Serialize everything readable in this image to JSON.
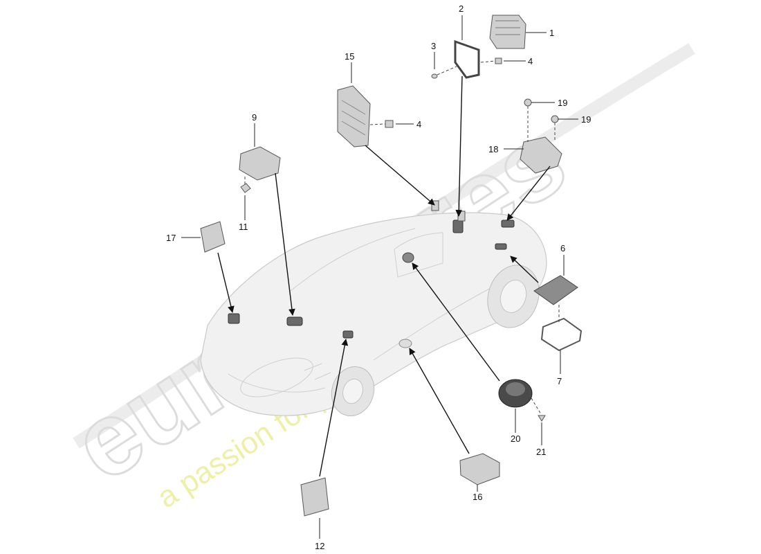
{
  "watermark": {
    "brand": "eurospares",
    "tagline": "a passion for parts since 1985"
  },
  "callouts": [
    "1",
    "2",
    "3",
    "4",
    "4",
    "6",
    "7",
    "9",
    "11",
    "12",
    "15",
    "16",
    "17",
    "18",
    "19",
    "19",
    "20",
    "21"
  ],
  "colors": {
    "watermark_brand": "#dcdcdc",
    "watermark_tagline": "#eef0a8",
    "part_fill": "#cfcfcf",
    "line": "#111111"
  }
}
